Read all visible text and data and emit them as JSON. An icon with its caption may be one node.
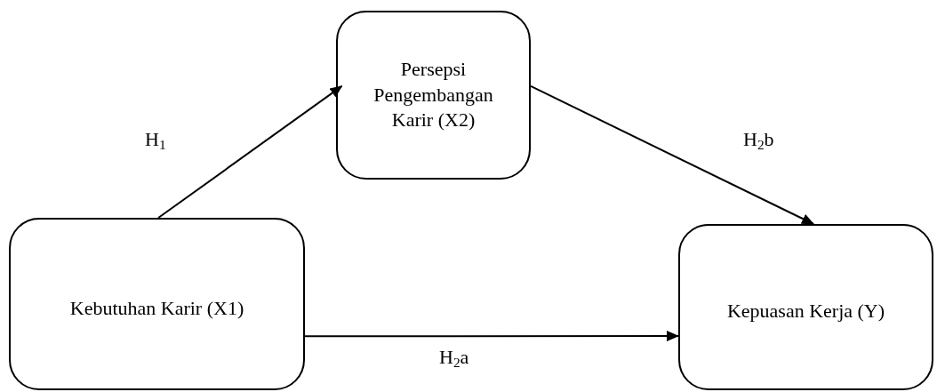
{
  "diagram": {
    "nodes": [
      {
        "text": [
          "Kebutuhan Karir (X1)"
        ]
      },
      {
        "text": [
          "Persepsi Pengembangan Karir (X2)"
        ]
      },
      {
        "text": [
          "Kepuasan Kerja (Y)"
        ]
      }
    ],
    "edges": [
      {
        "from": 0,
        "to": 1,
        "arrow": "to",
        "label": "H$_{1}$"
      },
      {
        "from": 1,
        "to": 2,
        "arrow": "to",
        "label": "H$_{2}$b"
      },
      {
        "from": 0,
        "to": 2,
        "arrow": "to",
        "label": "H$_{2}$a"
      }
    ]
  }
}
